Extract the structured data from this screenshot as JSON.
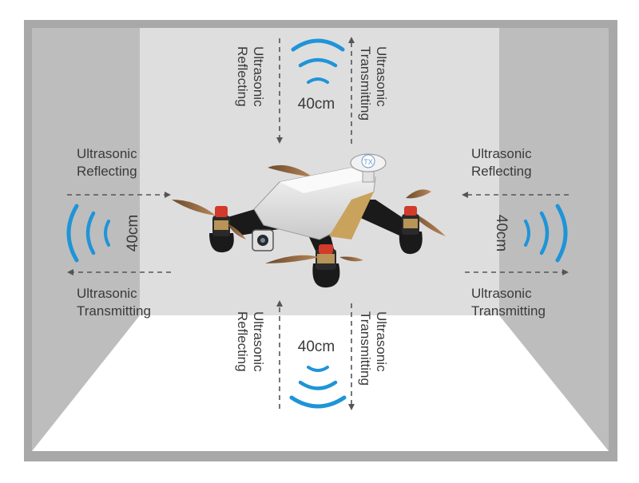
{
  "labels": {
    "reflecting_line1": "Ultrasonic",
    "reflecting_line2": "Reflecting",
    "transmitting_line1": "Ultrasonic",
    "transmitting_line2": "Transmitting",
    "distance": "40cm",
    "tx_badge": "TX"
  },
  "colors": {
    "wave": "#1f94d8",
    "frame": "#a8a8a8",
    "back_wall": "#dedede",
    "side_wall": "#bdbdbd",
    "floor": "#ffffff",
    "text": "#3a3a3a",
    "arrow": "#555555"
  }
}
